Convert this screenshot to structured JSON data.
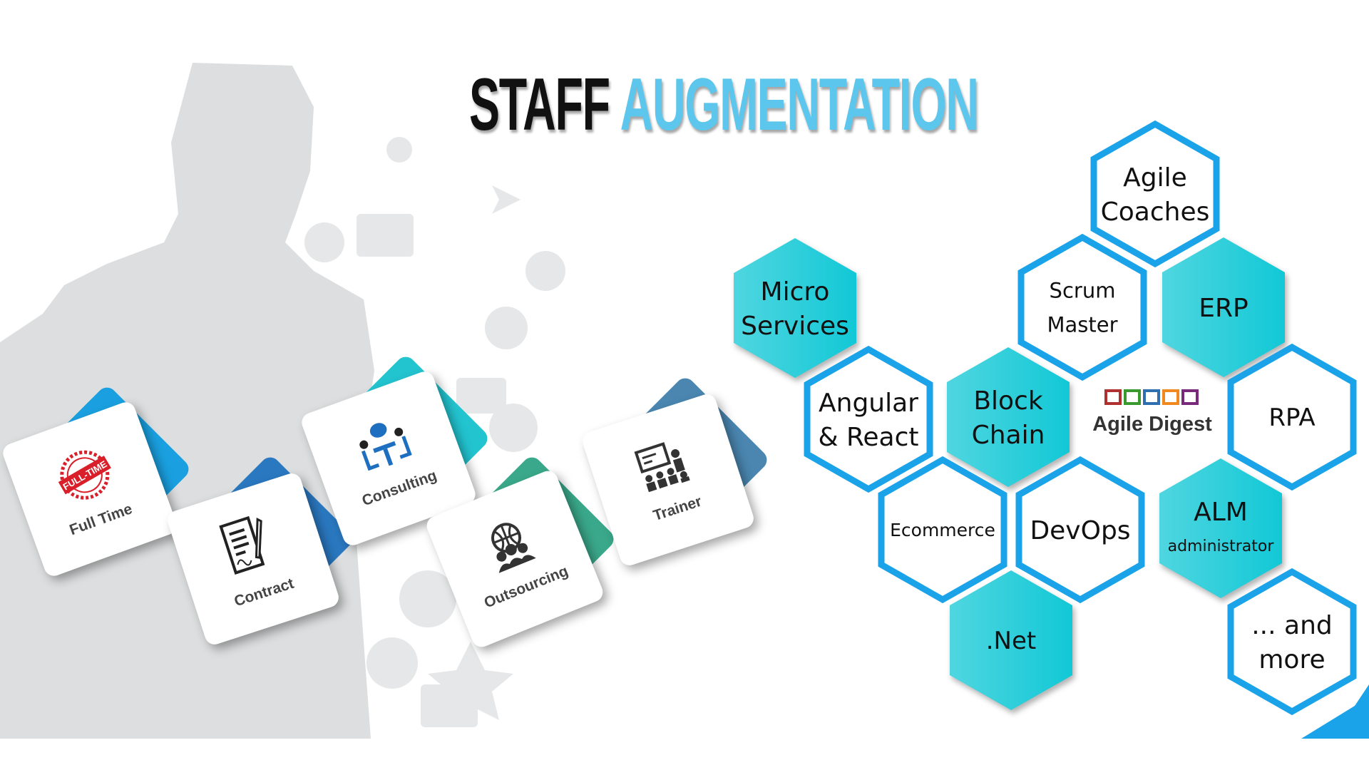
{
  "title": {
    "part1": "STAFF",
    "part2": "AUGMENTATION"
  },
  "colors": {
    "accent": "#1aa3e8",
    "teal": "#1ecad6",
    "title_blue": "#5cc6ec",
    "silhouette": "#dcdedf"
  },
  "engagement_models": [
    {
      "label": "Full Time",
      "icon": "full-time-stamp-icon",
      "badge_text": "FULL-TIME",
      "color": "#1aa0e0"
    },
    {
      "label": "Contract",
      "icon": "contract-signature-icon",
      "color": "#2a78c0"
    },
    {
      "label": "Consulting",
      "icon": "consulting-meeting-icon",
      "color": "#22c4d0"
    },
    {
      "label": "Outsourcing",
      "icon": "global-team-icon",
      "color": "#3aa88a"
    },
    {
      "label": "Trainer",
      "icon": "trainer-presentation-icon",
      "color": "#4a86b0"
    }
  ],
  "roles": [
    {
      "lines": [
        "Agile",
        "Coaches"
      ],
      "style": "outline"
    },
    {
      "lines": [
        "Micro",
        "Services"
      ],
      "style": "filled"
    },
    {
      "lines": [
        "Scrum",
        "Master"
      ],
      "style": "outline"
    },
    {
      "lines": [
        "ERP"
      ],
      "style": "filled"
    },
    {
      "lines": [
        "Angular",
        "& React"
      ],
      "style": "outline"
    },
    {
      "lines": [
        "Block",
        "Chain"
      ],
      "style": "filled"
    },
    {
      "lines": [
        "RPA"
      ],
      "style": "outline"
    },
    {
      "lines": [
        "Ecommerce"
      ],
      "style": "outline"
    },
    {
      "lines": [
        "DevOps"
      ],
      "style": "outline"
    },
    {
      "lines": [
        "ALM",
        "administrator"
      ],
      "style": "filled"
    },
    {
      "lines": [
        ".Net"
      ],
      "style": "filled"
    },
    {
      "lines": [
        "... and",
        "more"
      ],
      "style": "outline"
    }
  ],
  "logo": {
    "text": "Agile Digest"
  }
}
